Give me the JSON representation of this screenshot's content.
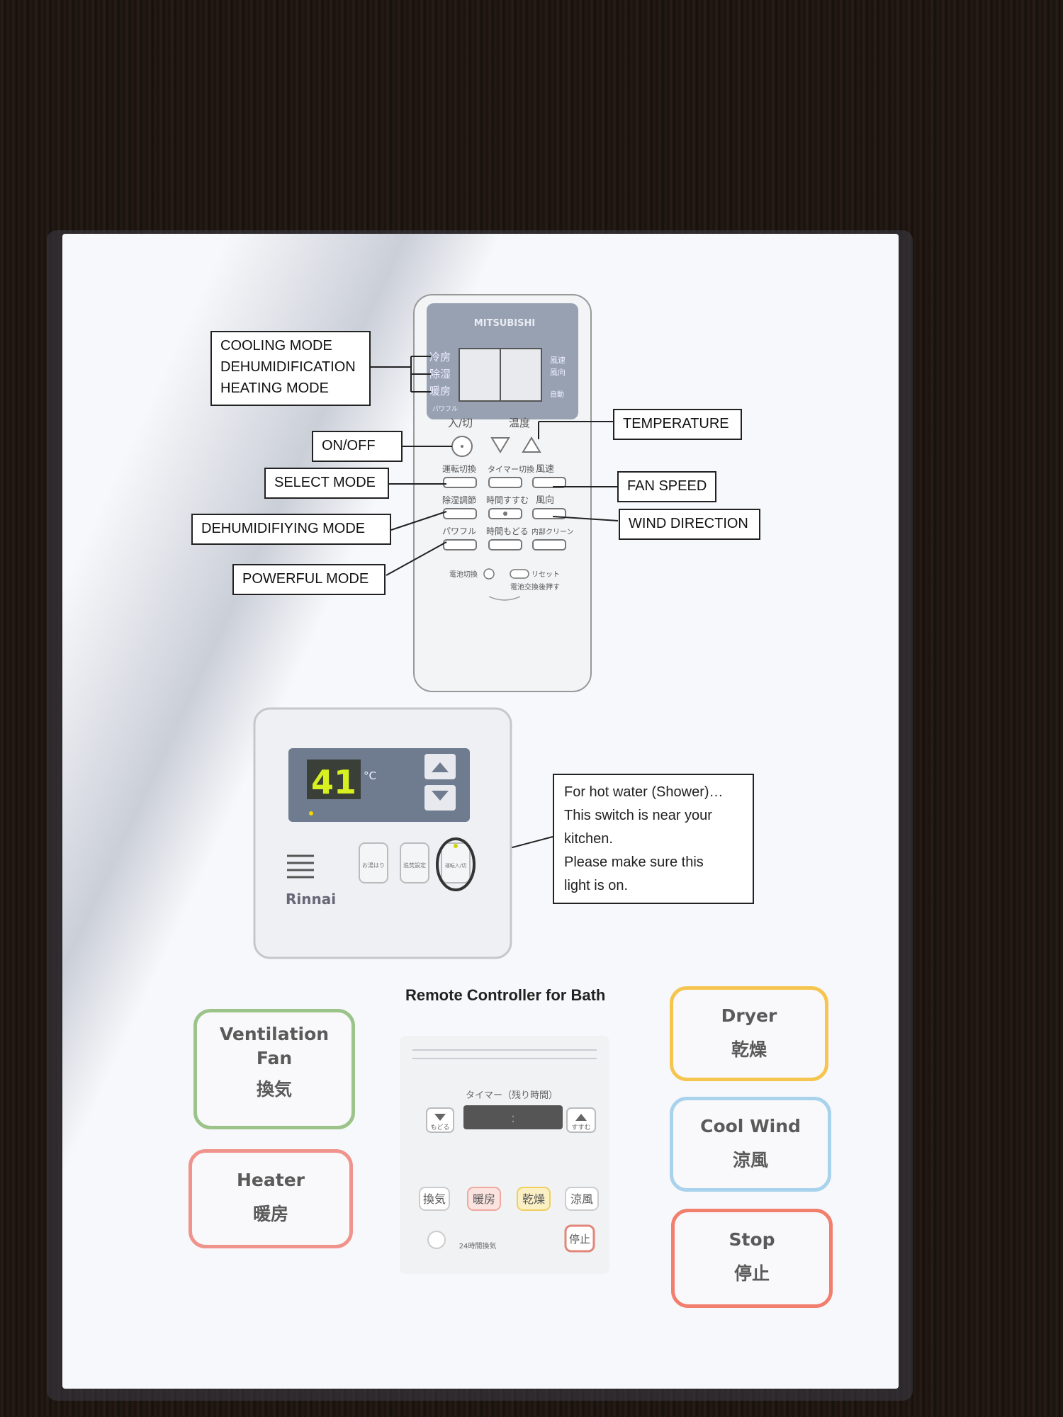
{
  "aircon_remote": {
    "brand": "MITSUBISHI",
    "mode_buttons": [
      "冷房",
      "除湿",
      "暖房"
    ],
    "display_side": [
      "風速",
      "風向",
      "自動"
    ],
    "power_label": "入/切",
    "temp_label": "温度",
    "buttons_row1": [
      "運転切換",
      "タイマー切換",
      "風速"
    ],
    "buttons_row2": [
      "除湿調節",
      "時間すすむ",
      "風向"
    ],
    "buttons_row3": [
      "パワフル",
      "時間もどる",
      "内部クリーン"
    ],
    "bottom_left": "電池切換",
    "bottom_right": "リセット",
    "bottom_note": "電池交換後押す",
    "powerful_small": "パワフル"
  },
  "callouts": {
    "modes": [
      "COOLING MODE",
      "DEHUMIDIFICATION",
      "HEATING MODE"
    ],
    "on_off": "ON/OFF",
    "select_mode": "SELECT MODE",
    "dehumidifying_mode": "DEHUMIDIFIYING MODE",
    "powerful_mode": "POWERFUL MODE",
    "temperature": "TEMPERATURE",
    "fan_speed": "FAN SPEED",
    "wind_direction": "WIND DIRECTION"
  },
  "water_heater": {
    "brand": "Rinnai",
    "display_value": "41",
    "unit": "°C",
    "buttons": [
      "お湯はり",
      "追焚設定",
      "運転入/切"
    ],
    "note_lines": [
      "For hot water (Shower)…",
      "This switch is near your",
      "kitchen.",
      "Please make sure this",
      "light is on."
    ]
  },
  "bath_remote": {
    "title": "Remote Controller for Bath",
    "timer_label": "タイマー（残り時間）",
    "down_label": "もどる",
    "up_label": "すすむ",
    "function_buttons": [
      "換気",
      "暖房",
      "乾燥",
      "涼風"
    ],
    "stop_label": "停止",
    "bottom_note": "24時間換気"
  },
  "legend": [
    {
      "en": "Ventilation\nFan",
      "jp": "換気",
      "color": "#9cc48a"
    },
    {
      "en": "Heater",
      "jp": "暖房",
      "color": "#f0938c"
    },
    {
      "en": "Dryer",
      "jp": "乾燥",
      "color": "#f5c550"
    },
    {
      "en": "Cool Wind",
      "jp": "涼風",
      "color": "#a9d2ec"
    },
    {
      "en": "Stop",
      "jp": "停止",
      "color": "#f27e6e"
    }
  ]
}
